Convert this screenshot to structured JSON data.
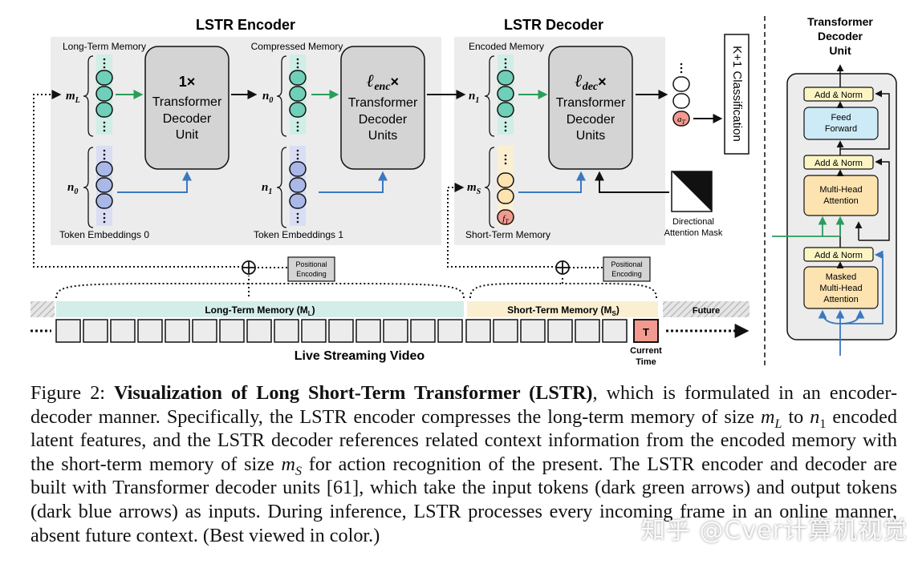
{
  "figure": {
    "encoder_title": "LSTR Encoder",
    "decoder_title": "LSTR Decoder",
    "unit_title_1": "Transformer",
    "unit_title_2": "Decoder",
    "unit_title_3": "Unit",
    "long_term_memory_label": "Long-Term Memory",
    "compressed_memory_label": "Compressed Memory",
    "encoded_memory_label": "Encoded Memory",
    "token_emb_0": "Token Embeddings 0",
    "token_emb_1": "Token Embeddings 1",
    "short_term_memory_label": "Short-Term Memory",
    "var_mL": "m",
    "var_mL_sub": "L",
    "var_n0": "n",
    "var_n0_sub": "0",
    "var_n1": "n",
    "var_n1_sub": "1",
    "var_mS": "m",
    "var_mS_sub": "S",
    "box1_line1": "1×",
    "box1_line2": "Transformer",
    "box1_line3": "Decoder",
    "box1_line4": "Unit",
    "box2_mult": "×",
    "box2_sym": "ℓ",
    "box2_sub": "enc",
    "box2_line2": "Transformer",
    "box2_line3": "Decoder",
    "box2_line4": "Units",
    "box3_sym": "ℓ",
    "box3_sub": "dec",
    "box3_mult": "×",
    "box3_line2": "Transformer",
    "box3_line3": "Decoder",
    "box3_line4": "Units",
    "classification_label": "K+1 Classification",
    "a_token": "a",
    "a_token_sub": "T",
    "f_token": "f",
    "f_token_sub": "T",
    "directional_1": "Directional",
    "directional_2": "Attention Mask",
    "pos_enc_1": "Positional",
    "pos_enc_2": "Encoding",
    "ltm_bar_label": "Long-Term Memory (M",
    "ltm_bar_sub": "L",
    "ltm_bar_end": ")",
    "stm_bar_label": "Short-Term Memory (M",
    "stm_bar_sub": "S",
    "stm_bar_end": ")",
    "future_label": "Future",
    "current_frame": "T",
    "current_time_1": "Current",
    "current_time_2": "Time",
    "video_label": "Live Streaming Video",
    "add_norm": "Add & Norm",
    "feed_forward_1": "Feed",
    "feed_forward_2": "Forward",
    "mha_1": "Multi-Head",
    "mha_2": "Attention",
    "masked_1": "Masked",
    "masked_2": "Multi-Head",
    "masked_3": "Attention",
    "colors": {
      "green_arrow": "#2a9d5c",
      "blue_arrow": "#3b78c0",
      "teal_token": "#6fcfb8",
      "blue_token": "#a9b8e6",
      "orange_token": "#fde3b0",
      "red_token": "#f29a8f",
      "gray_box": "#d4d4d4",
      "panel_bg": "#ececec"
    }
  },
  "caption": {
    "prefix": "Figure 2: ",
    "bold_title": "Visualization of Long Short-Term Transformer (LSTR)",
    "t1": ", which is formulated in an encoder-decoder manner. Specifically, the LSTR encoder compresses the long-term memory of size ",
    "m": "m",
    "L": "L",
    "t2": " to ",
    "n": "n",
    "one": "1",
    "t3": " encoded latent features, and the LSTR decoder references related context information from the encoded memory with the short-term memory of size ",
    "m2": "m",
    "S": "S",
    "t4": " for action recognition of the present. The LSTR encoder and decoder are built with Transformer decoder units [61], which take the input tokens (dark green arrows) and output tokens (dark blue arrows) as inputs. During inference, LSTR processes every incoming frame in an online manner, absent future context. (Best viewed in color.)"
  },
  "watermark": "知乎 @Cver计算机视觉"
}
